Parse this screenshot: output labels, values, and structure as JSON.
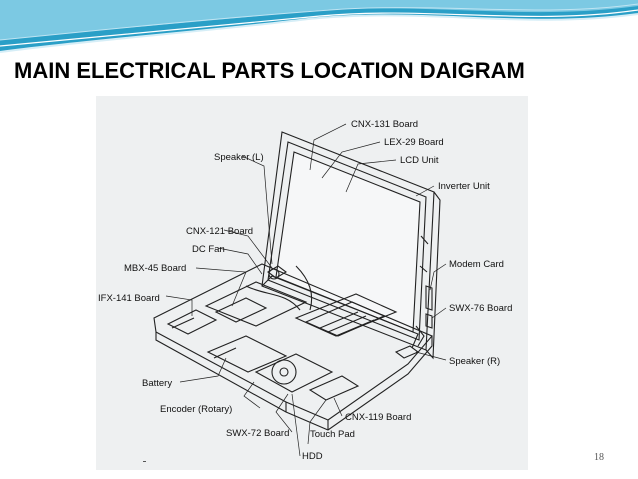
{
  "title": "MAIN ELECTRICAL PARTS LOCATION DAIGRAM",
  "page_number": "18",
  "colors": {
    "wave_dark": "#1f8fb8",
    "wave_light": "#8fd1e8",
    "panel": "#eef0f1"
  },
  "diagram": {
    "labels": {
      "cnx131": "CNX-131 Board",
      "lex29": "LEX-29 Board",
      "speaker_l": "Speaker (L)",
      "lcd_unit": "LCD Unit",
      "inverter_unit": "Inverter Unit",
      "cnx121": "CNX-121 Board",
      "dc_fan": "DC Fan",
      "mbx45": "MBX-45 Board",
      "modem_card": "Modem Card",
      "ifx141": "IFX-141 Board",
      "swx76": "SWX-76 Board",
      "speaker_r": "Speaker (R)",
      "battery": "Battery",
      "encoder": "Encoder (Rotary)",
      "cnx119": "CNX-119 Board",
      "swx72": "SWX-72 Board",
      "touch_pad": "Touch Pad",
      "hdd": "HDD"
    }
  }
}
